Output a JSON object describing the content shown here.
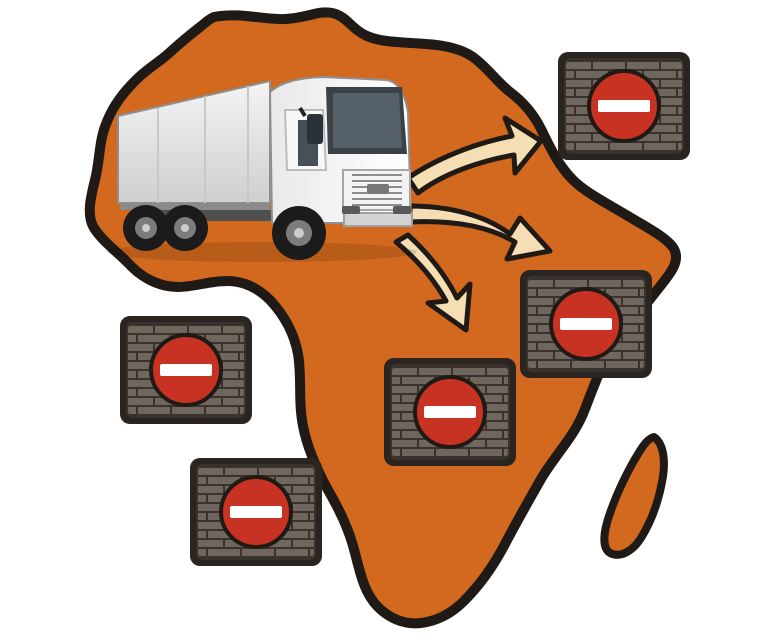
{
  "colors": {
    "background": "#ffffff",
    "continent_fill": "#d2691e",
    "outline": "#1f1a16",
    "arrow_fill": "#f5deb3",
    "wall_fill": "#6f665d",
    "wall_mortar": "#3a332d",
    "wall_frame": "#2a2521",
    "stop_sign": "#c83222",
    "stop_bar": "#ffffff",
    "truck_body": "#e8e8e8",
    "truck_shadow": "#b8b8b8",
    "truck_window": "#3a4148",
    "tire": "#1b1b1b"
  },
  "illustration": {
    "icons": [
      "africa-map-icon",
      "truck-icon",
      "trade-arrow-icon",
      "brick-wall-icon",
      "no-entry-sign-icon"
    ],
    "truck_count": 1,
    "arrow_count": 3,
    "barrier_count": 5
  }
}
